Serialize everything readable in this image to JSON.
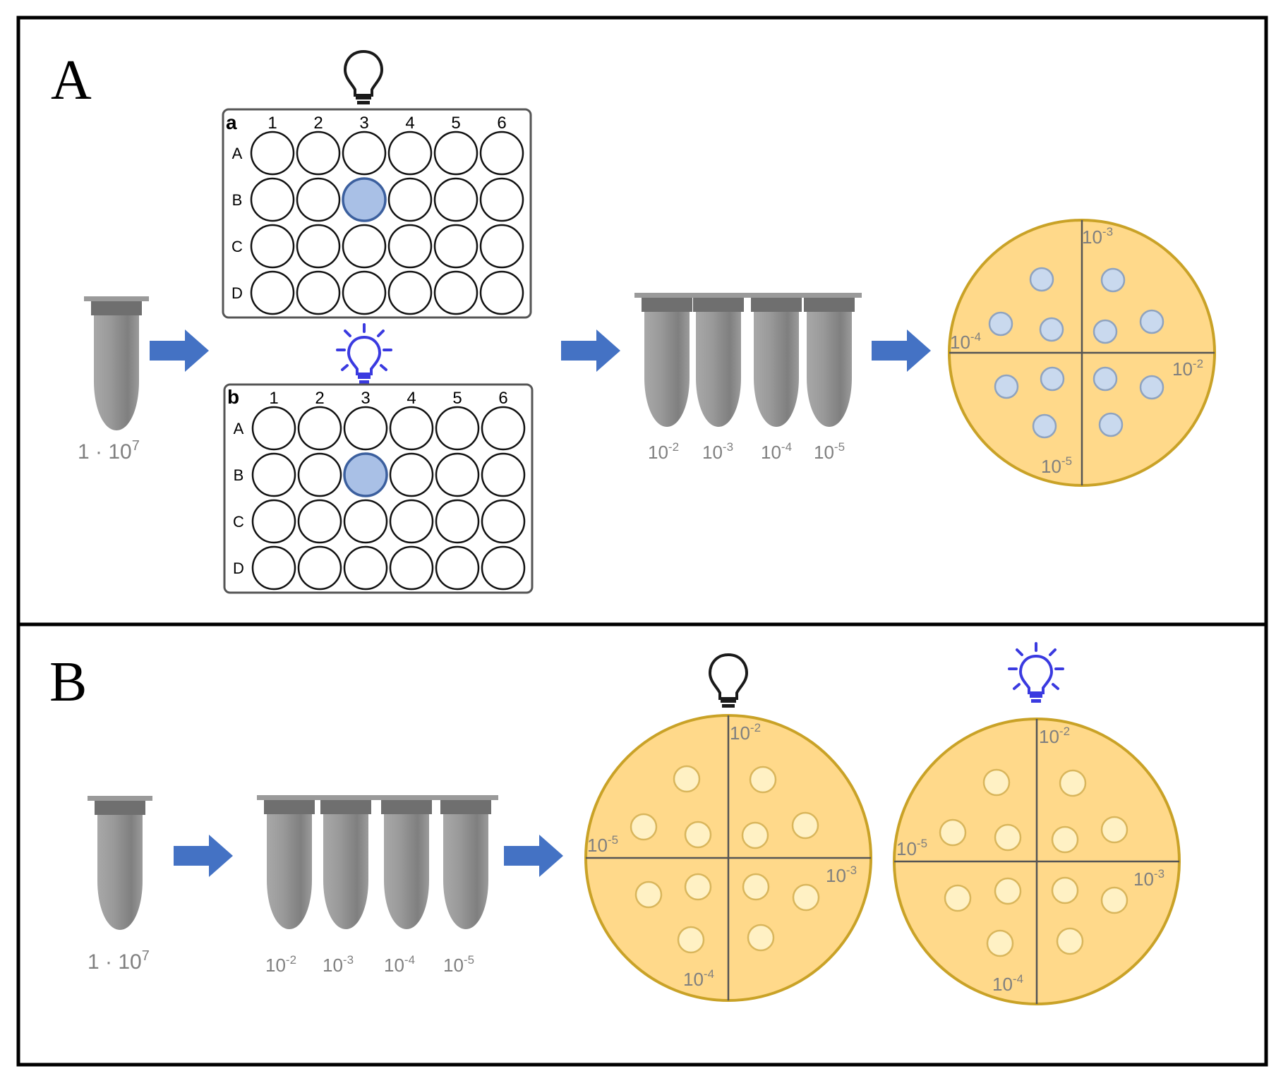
{
  "panels": {
    "A": {
      "label": "A",
      "source_tube_label": {
        "base": "1 · 10",
        "exp": "7"
      },
      "plates": [
        {
          "label": "a",
          "light": "off",
          "columns": [
            "1",
            "2",
            "3",
            "4",
            "5",
            "6"
          ],
          "rows": [
            "A",
            "B",
            "C",
            "D"
          ],
          "highlighted_well": "B3"
        },
        {
          "label": "b",
          "light": "on",
          "columns": [
            "1",
            "2",
            "3",
            "4",
            "5",
            "6"
          ],
          "rows": [
            "A",
            "B",
            "C",
            "D"
          ],
          "highlighted_well": "B3"
        }
      ],
      "dilution_tubes": [
        {
          "base": "10",
          "exp": "-2"
        },
        {
          "base": "10",
          "exp": "-3"
        },
        {
          "base": "10",
          "exp": "-4"
        },
        {
          "base": "10",
          "exp": "-5"
        }
      ],
      "dish": {
        "colony_color": "light-blue",
        "quadrant_labels": {
          "top": {
            "base": "10",
            "exp": "-3"
          },
          "left": {
            "base": "10",
            "exp": "-4"
          },
          "right": {
            "base": "10",
            "exp": "-2"
          },
          "bottom": {
            "base": "10",
            "exp": "-5"
          }
        }
      }
    },
    "B": {
      "label": "B",
      "source_tube_label": {
        "base": "1 · 10",
        "exp": "7"
      },
      "dilution_tubes": [
        {
          "base": "10",
          "exp": "-2"
        },
        {
          "base": "10",
          "exp": "-3"
        },
        {
          "base": "10",
          "exp": "-4"
        },
        {
          "base": "10",
          "exp": "-5"
        }
      ],
      "dishes": [
        {
          "light": "off",
          "colony_color": "pale-yellow",
          "quadrant_labels": {
            "top": {
              "base": "10",
              "exp": "-2"
            },
            "left": {
              "base": "10",
              "exp": "-5"
            },
            "right": {
              "base": "10",
              "exp": "-3"
            },
            "bottom": {
              "base": "10",
              "exp": "-4"
            }
          }
        },
        {
          "light": "on",
          "colony_color": "pale-yellow",
          "quadrant_labels": {
            "top": {
              "base": "10",
              "exp": "-2"
            },
            "left": {
              "base": "10",
              "exp": "-5"
            },
            "right": {
              "base": "10",
              "exp": "-3"
            },
            "bottom": {
              "base": "10",
              "exp": "-4"
            }
          }
        }
      ]
    }
  },
  "icons": {
    "arrow": "arrow-right-icon",
    "bulb_off": "lightbulb-off-icon",
    "bulb_on": "lightbulb-on-icon",
    "tube": "microtube-icon"
  },
  "colors": {
    "arrow": "#4472C4",
    "dish_fill": "#FFD98A",
    "dish_stroke": "#C9A227",
    "blue_colony": "#C9D9EE",
    "yellow_colony": "#FFF1C4",
    "tube": "#8C8C8C",
    "highlight_well": "#A9C0E6",
    "bulb_on": "#3A3AE0",
    "label_gray": "#7F7F7F"
  }
}
